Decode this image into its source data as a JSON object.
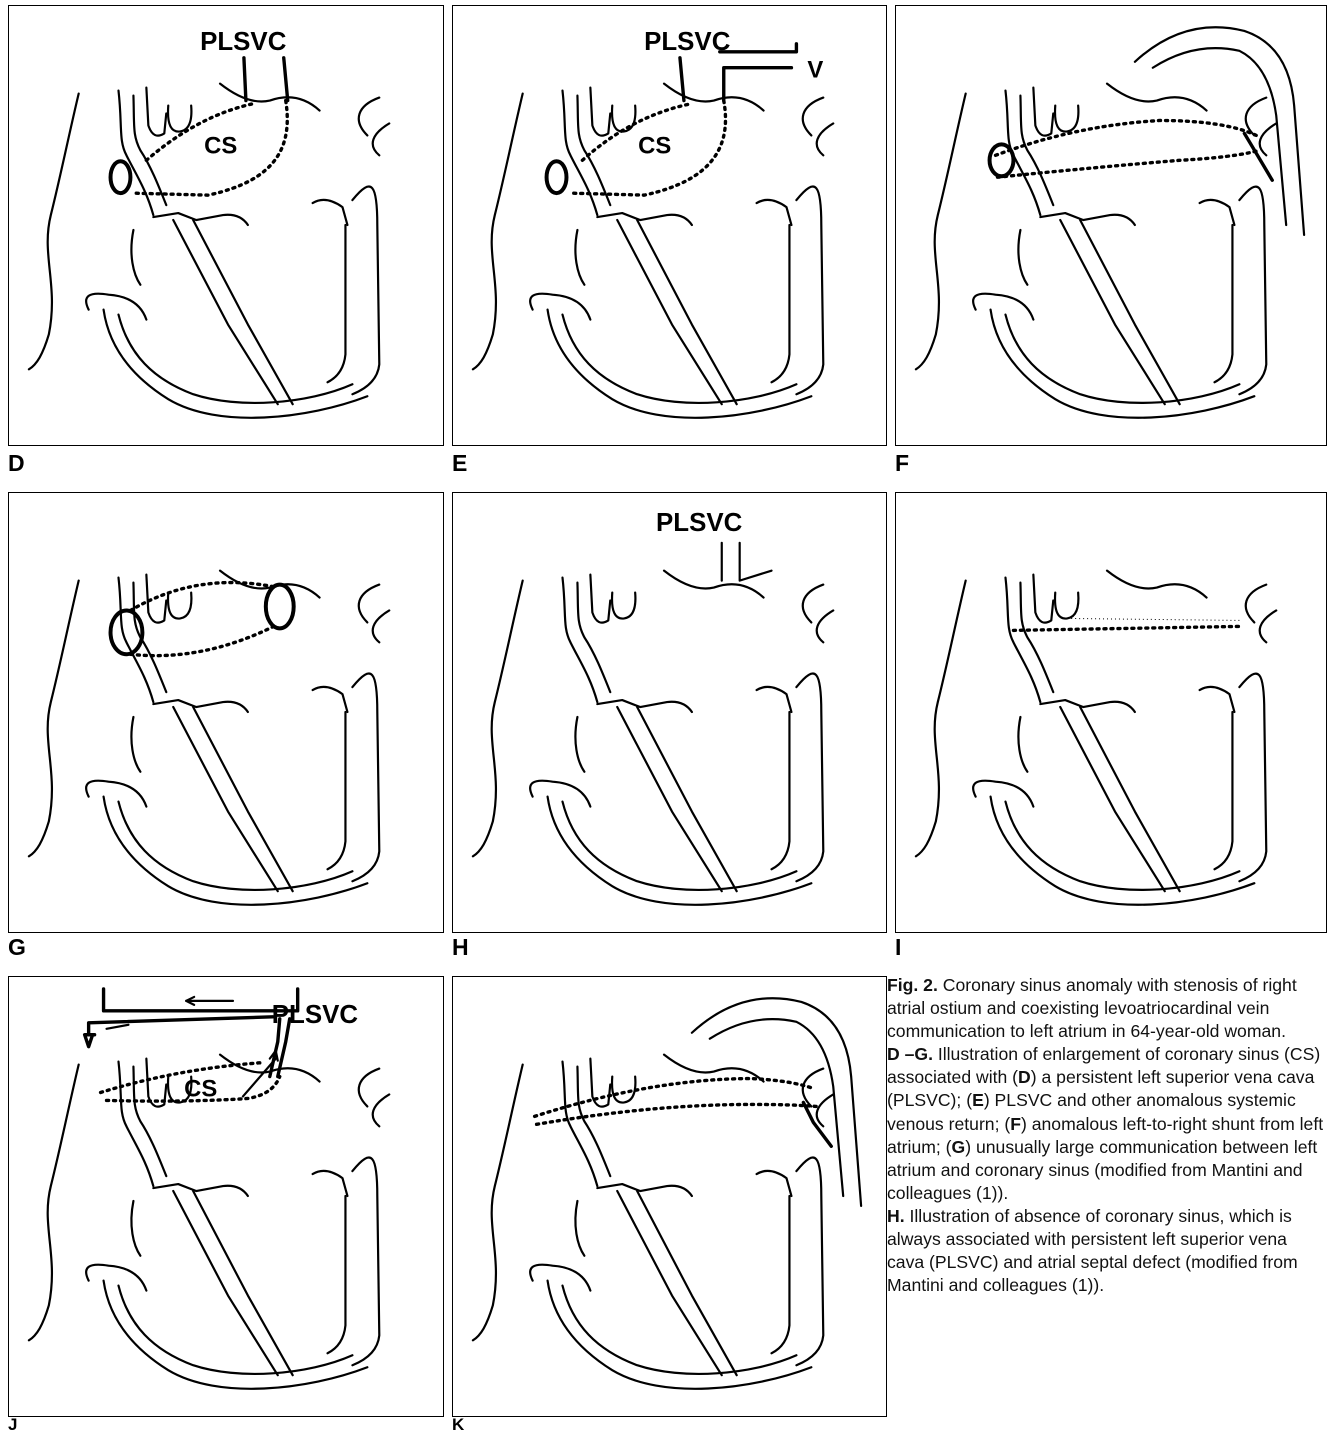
{
  "panels": [
    {
      "letter": "D",
      "labels": {
        "plsvc": "PLSVC",
        "cs": "CS"
      }
    },
    {
      "letter": "E",
      "labels": {
        "plsvc": "PLSVC",
        "cs": "CS",
        "v": "V"
      }
    },
    {
      "letter": "F",
      "labels": {}
    },
    {
      "letter": "G",
      "labels": {}
    },
    {
      "letter": "H",
      "labels": {
        "plsvc": "PLSVC"
      }
    },
    {
      "letter": "I",
      "labels": {}
    },
    {
      "letter": "J",
      "labels": {
        "plsvc": "PLSVC",
        "cs": "CS"
      }
    },
    {
      "letter": "K",
      "labels": {}
    }
  ],
  "caption": {
    "fig_label": "Fig. 2.",
    "fig_text": " Coronary sinus anomaly with stenosis of right atrial ostium and coexisting levoatriocardinal vein communication to left atrium in 64-year-old woman.",
    "dg_range": "D –G.",
    "dg_intro": " Illustration of enlargement of coronary sinus (CS) associated with (",
    "dg_d": "D",
    "dg_t1": ") a persistent left superior vena cava (PLSVC); (",
    "dg_e": "E",
    "dg_t2": ") PLSVC and other anomalous systemic venous return; (",
    "dg_f": "F",
    "dg_t3": ") anomalous left-to-right shunt from left atrium; (",
    "dg_g": "G",
    "dg_t4": ") unusually large communication between left atrium and coronary sinus (modified from Mantini and colleagues (1)).",
    "h_label": "H.",
    "h_text": " Illustration of absence of coronary sinus, which is always associated with persistent left superior vena cava (PLSVC) and atrial septal defect (modified from Mantini and colleagues (1))."
  }
}
